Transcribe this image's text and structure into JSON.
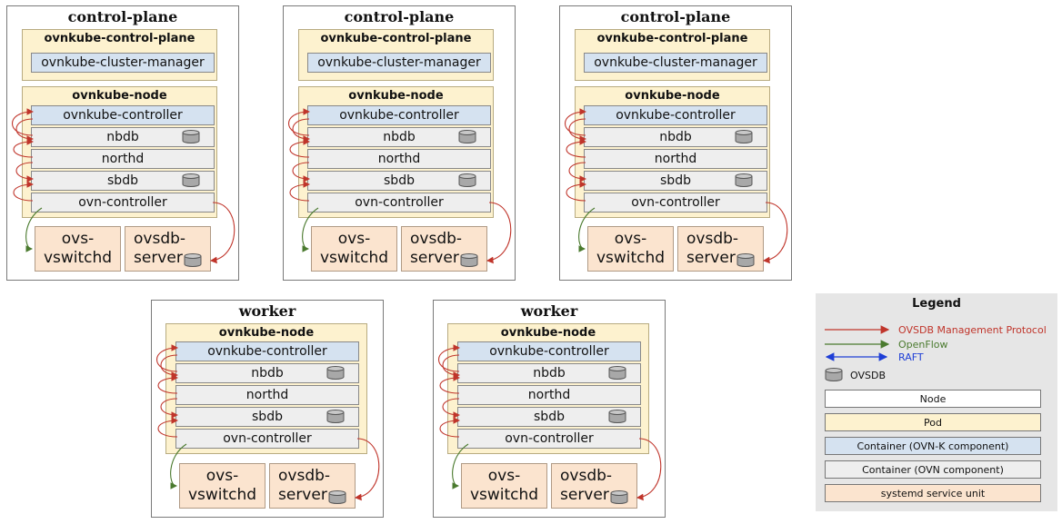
{
  "colors": {
    "ovsdb_protocol": "#c0352b",
    "openflow": "#4a7a2e",
    "raft": "#1f3fd6",
    "node_bg": "#ffffff",
    "pod_bg": "#fdf2cf",
    "ovnk_container_bg": "#d5e2f0",
    "ovn_container_bg": "#eeeeee",
    "systemd_bg": "#fbe4cf",
    "legend_bg": "#e6e6e6"
  },
  "control_plane_nodes": [
    {
      "title": "control-plane",
      "pod1_title": "ovnkube-control-plane",
      "cluster_manager": "ovnkube-cluster-manager",
      "pod2_title": "ovnkube-node",
      "controller": "ovnkube-controller",
      "nbdb": "nbdb",
      "northd": "northd",
      "sbdb": "sbdb",
      "ovn_controller": "ovn-controller",
      "ovs_line1": "ovs-",
      "ovs_line2": "vswitchd",
      "ovsdb_line1": "ovsdb-",
      "ovsdb_line2": "server"
    },
    {
      "title": "control-plane",
      "pod1_title": "ovnkube-control-plane",
      "cluster_manager": "ovnkube-cluster-manager",
      "pod2_title": "ovnkube-node",
      "controller": "ovnkube-controller",
      "nbdb": "nbdb",
      "northd": "northd",
      "sbdb": "sbdb",
      "ovn_controller": "ovn-controller",
      "ovs_line1": "ovs-",
      "ovs_line2": "vswitchd",
      "ovsdb_line1": "ovsdb-",
      "ovsdb_line2": "server"
    },
    {
      "title": "control-plane",
      "pod1_title": "ovnkube-control-plane",
      "cluster_manager": "ovnkube-cluster-manager",
      "pod2_title": "ovnkube-node",
      "controller": "ovnkube-controller",
      "nbdb": "nbdb",
      "northd": "northd",
      "sbdb": "sbdb",
      "ovn_controller": "ovn-controller",
      "ovs_line1": "ovs-",
      "ovs_line2": "vswitchd",
      "ovsdb_line1": "ovsdb-",
      "ovsdb_line2": "server"
    }
  ],
  "worker_nodes": [
    {
      "title": "worker",
      "pod_title": "ovnkube-node",
      "controller": "ovnkube-controller",
      "nbdb": "nbdb",
      "northd": "northd",
      "sbdb": "sbdb",
      "ovn_controller": "ovn-controller",
      "ovs_line1": "ovs-",
      "ovs_line2": "vswitchd",
      "ovsdb_line1": "ovsdb-",
      "ovsdb_line2": "server"
    },
    {
      "title": "worker",
      "pod_title": "ovnkube-node",
      "controller": "ovnkube-controller",
      "nbdb": "nbdb",
      "northd": "northd",
      "sbdb": "sbdb",
      "ovn_controller": "ovn-controller",
      "ovs_line1": "ovs-",
      "ovs_line2": "vswitchd",
      "ovsdb_line1": "ovsdb-",
      "ovsdb_line2": "server"
    }
  ],
  "legend": {
    "title": "Legend",
    "ovsdb_protocol": "OVSDB Management Protocol",
    "openflow": "OpenFlow",
    "raft": "RAFT",
    "ovsdb": "OVSDB",
    "node": "Node",
    "pod": "Pod",
    "ovnk_container": "Container (OVN-K component)",
    "ovn_container": "Container (OVN component)",
    "systemd": "systemd service unit"
  }
}
